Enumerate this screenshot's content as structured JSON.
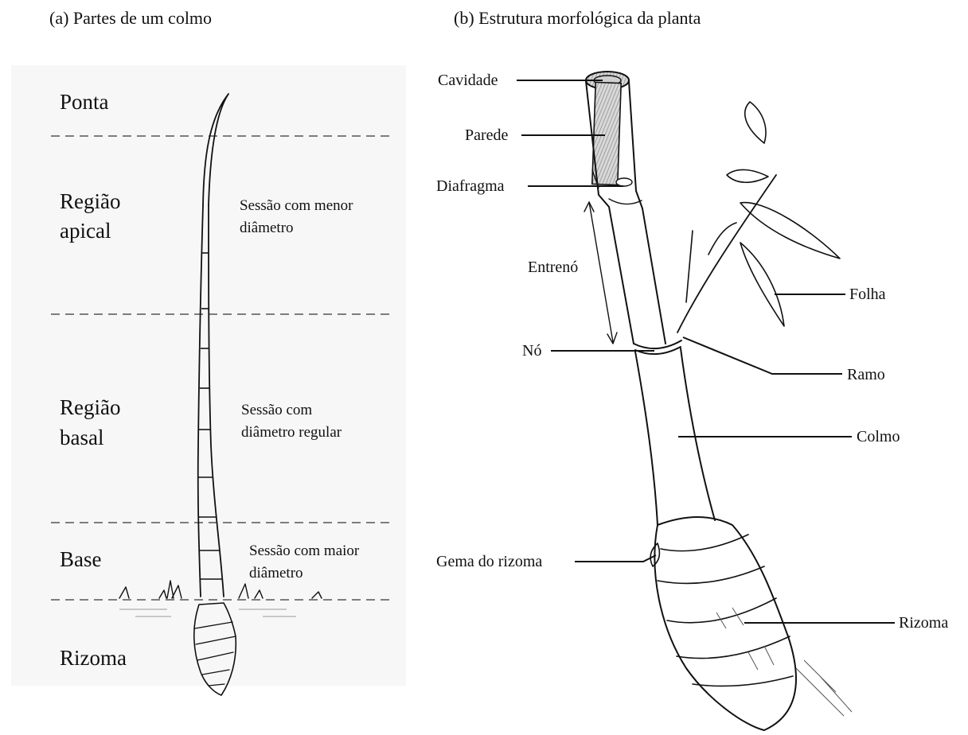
{
  "panel_a": {
    "title": "(a)  Partes de um colmo",
    "regions": {
      "ponta": "Ponta",
      "apical_1": "Região",
      "apical_2": "apical",
      "basal_1": "Região",
      "basal_2": "basal",
      "base": "Base",
      "rizoma": "Rizoma"
    },
    "notes": {
      "menor_1": "Sessão com menor",
      "menor_2": "diâmetro",
      "regular_1": "Sessão com",
      "regular_2": "diâmetro regular",
      "maior_1": "Sessão com maior",
      "maior_2": "diâmetro"
    }
  },
  "panel_b": {
    "title": "(b)  Estrutura morfológica da planta",
    "labels": {
      "cavidade": "Cavidade",
      "parede": "Parede",
      "diafragma": "Diafragma",
      "entreno": "Entrenó",
      "no": "Nó",
      "folha": "Folha",
      "ramo": "Ramo",
      "colmo": "Colmo",
      "gema": "Gema do rizoma",
      "rizoma": "Rizoma"
    }
  }
}
